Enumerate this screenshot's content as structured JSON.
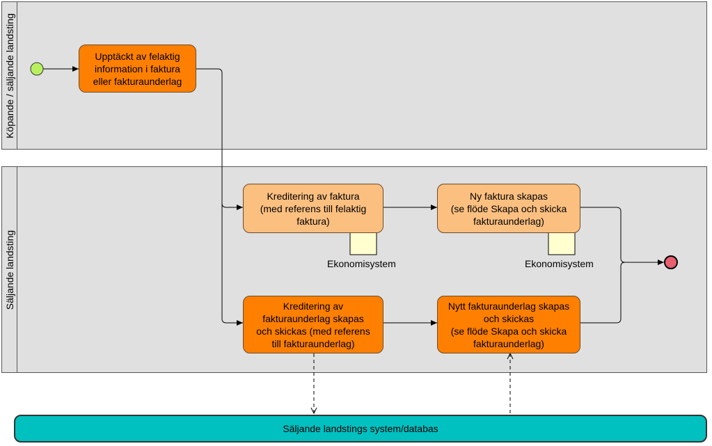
{
  "lanes": {
    "buyer": {
      "label": "Köpande / säljande landsting"
    },
    "seller": {
      "label": "Säljande landsting"
    }
  },
  "tasks": {
    "detect": "Upptäckt av felaktig\ninformation i faktura\neller fakturaunderlag",
    "credit_invoice": "Kreditering av faktura\n(med referens till felaktig\nfaktura)",
    "new_invoice": "Ny faktura skapas\n(se flöde Skapa och skicka\nfakturaunderlag)",
    "credit_basis": "Kreditering av\nfakturaunderlag skapas\noch skickas (med referens\ntill fakturaunderlag)",
    "new_basis": "Nytt fakturaunderlag skapas\noch skickas\n(se flöde Skapa och skicka\nfakturaunderlag)"
  },
  "documents": {
    "doc1": "Ekonomisystem",
    "doc2": "Ekonomisystem"
  },
  "database": {
    "label": "Säljande landstings system/databas"
  },
  "colors": {
    "start_event": "#b8f060",
    "end_event": "#e86070",
    "task_dark": "#ff7f00",
    "task_light": "#fbbf80",
    "database": "#00c0c0",
    "lane_bg": "#e0e0e0"
  }
}
